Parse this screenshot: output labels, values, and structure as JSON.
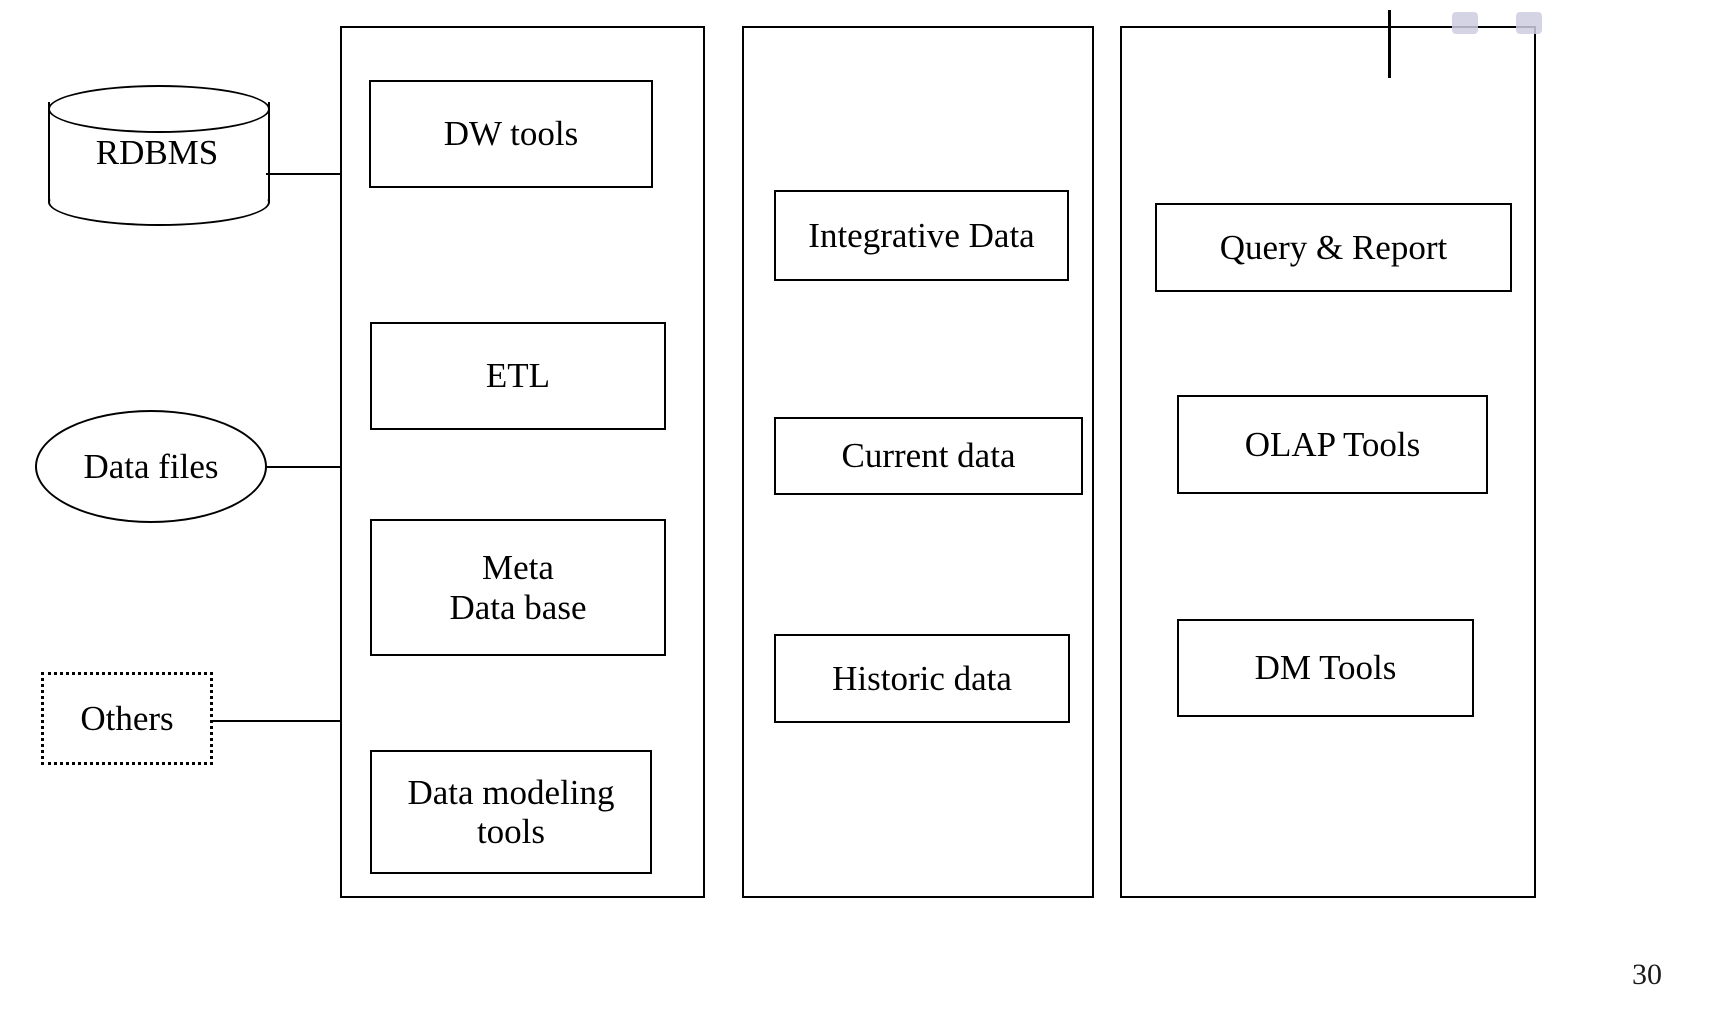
{
  "slide": {
    "page_number": "30",
    "accent_highlight_color": "#ccccdf",
    "line_color": "#000000",
    "background_color": "#ffffff"
  },
  "sources": [
    {
      "id": "rdbms",
      "label": "RDBMS",
      "shape": "cylinder"
    },
    {
      "id": "data-files",
      "label": "Data files",
      "shape": "ellipse"
    },
    {
      "id": "others",
      "label": "Others",
      "shape": "dotted-rectangle"
    }
  ],
  "panels": [
    {
      "id": "tools-panel",
      "boxes": [
        {
          "id": "dw-tools",
          "label": "DW tools"
        },
        {
          "id": "etl",
          "label": "ETL"
        },
        {
          "id": "meta-data-base",
          "label": "Meta\nData base"
        },
        {
          "id": "data-modeling-tools",
          "label": "Data modeling\ntools"
        }
      ]
    },
    {
      "id": "warehouse-panel",
      "boxes": [
        {
          "id": "integrative-data",
          "label": "Integrative Data"
        },
        {
          "id": "current-data",
          "label": "Current data"
        },
        {
          "id": "historic-data",
          "label": "Historic data"
        }
      ]
    },
    {
      "id": "frontend-panel",
      "boxes": [
        {
          "id": "query-report",
          "label": "Query & Report"
        },
        {
          "id": "olap-tools",
          "label": "OLAP Tools"
        },
        {
          "id": "dm-tools",
          "label": "DM Tools"
        }
      ]
    }
  ],
  "connections": [
    {
      "id": "rdbms-to-tools",
      "from": "rdbms",
      "to": "tools-panel"
    },
    {
      "id": "data-files-to-tools",
      "from": "data-files",
      "to": "tools-panel"
    },
    {
      "id": "others-to-tools",
      "from": "others",
      "to": "tools-panel"
    }
  ]
}
